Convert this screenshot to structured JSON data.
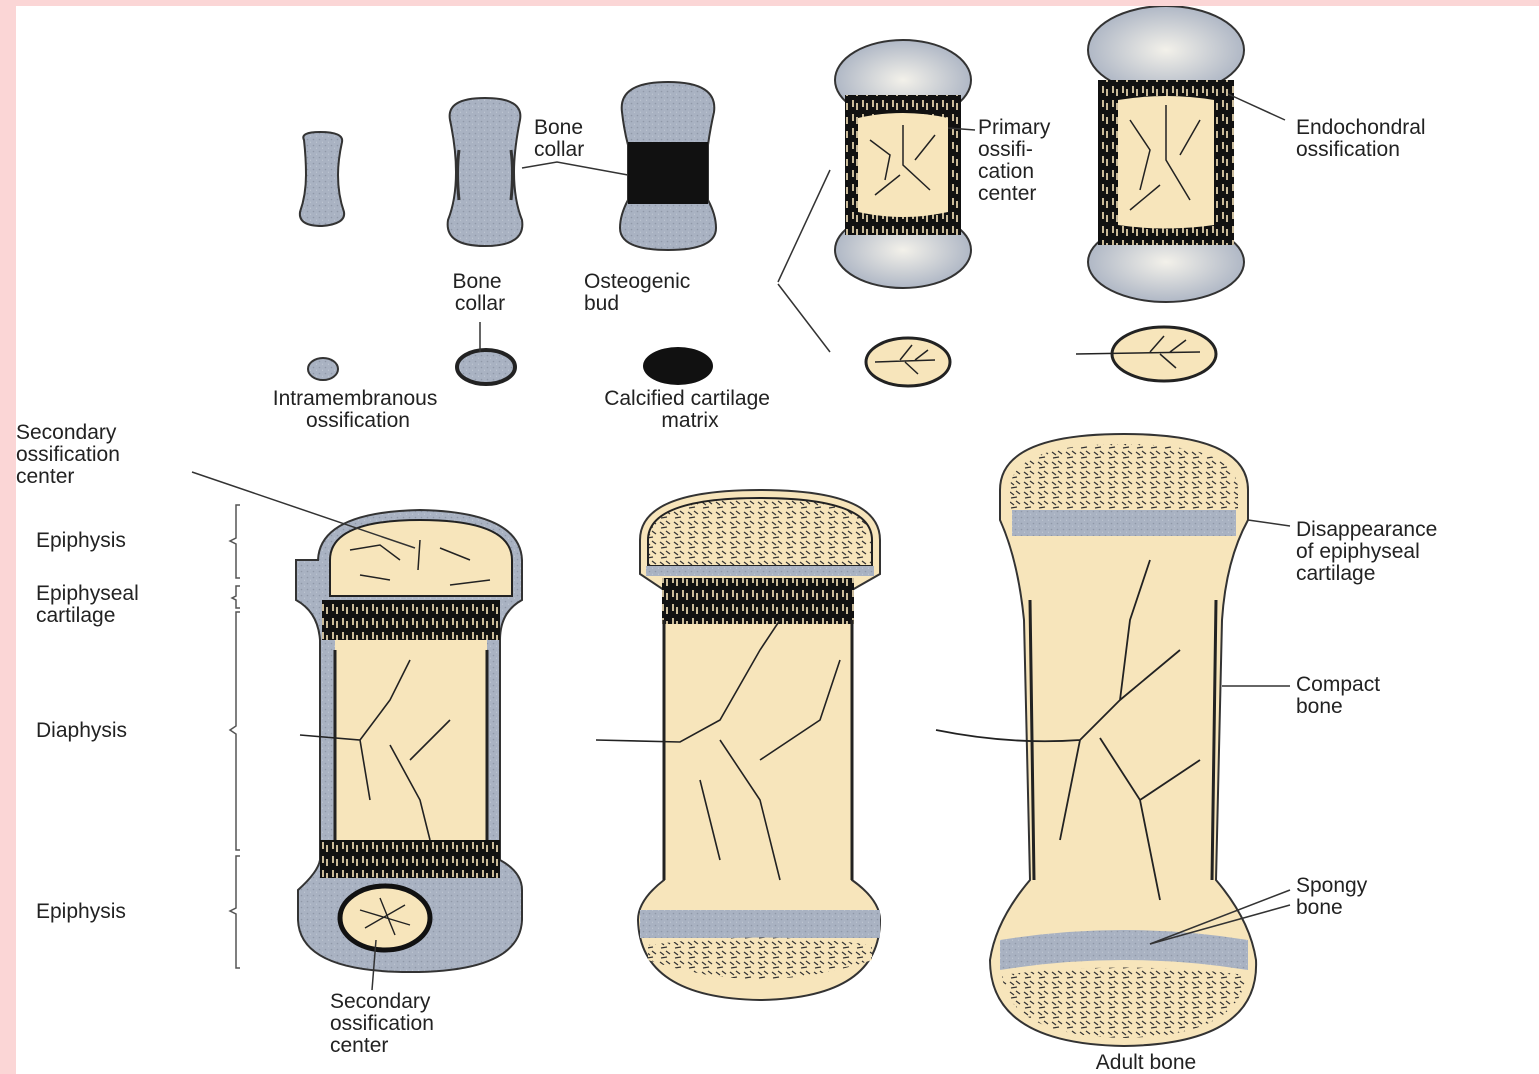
{
  "colors": {
    "border": "#fbd6d6",
    "cartilage": "#a9b2c2",
    "bone": "#f7e5bb",
    "calcified": "#111111"
  },
  "labels": {
    "bone_collar_top": [
      "Bone",
      "collar"
    ],
    "primary_center": [
      "Primary",
      "ossifi-",
      "cation",
      "center"
    ],
    "endochondral": [
      "Endochondral",
      "ossification"
    ],
    "bone_collar_legend": [
      "Bone",
      "collar"
    ],
    "osteogenic_bud": [
      "Osteogenic",
      "bud"
    ],
    "intramembranous": [
      "Intramembranous",
      "ossification"
    ],
    "calcified_matrix": [
      "Calcified cartilage",
      "matrix"
    ],
    "secondary_center_top": [
      "Secondary",
      "ossification",
      "center"
    ],
    "epiphysis_top": [
      "Epiphysis"
    ],
    "epiphyseal_cartilage": [
      "Epiphyseal",
      "cartilage"
    ],
    "diaphysis": [
      "Diaphysis"
    ],
    "epiphysis_bottom": [
      "Epiphysis"
    ],
    "secondary_center_bottom": [
      "Secondary",
      "ossification",
      "center"
    ],
    "disappearance": [
      "Disappearance",
      "of epiphyseal",
      "cartilage"
    ],
    "compact_bone": [
      "Compact",
      "bone"
    ],
    "spongy_bone": [
      "Spongy",
      "bone"
    ],
    "adult_bone": [
      "Adult bone"
    ]
  }
}
